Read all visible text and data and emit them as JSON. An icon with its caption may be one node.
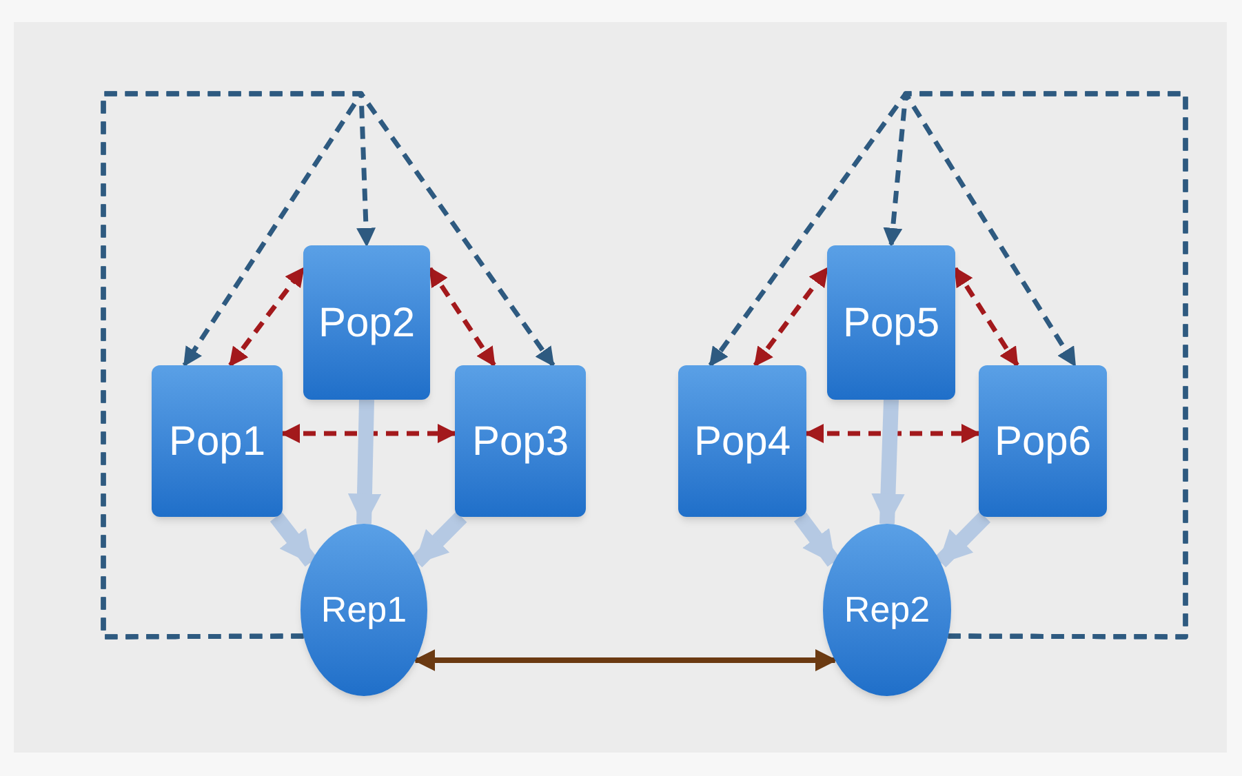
{
  "diagram": {
    "nodes": [
      {
        "text": [
          "Pop1"
        ]
      },
      {
        "text": [
          "Pop2"
        ]
      },
      {
        "text": [
          "Pop3"
        ]
      },
      {
        "text": [
          "Rep1"
        ]
      },
      {
        "text": [
          "Pop4"
        ]
      },
      {
        "text": [
          "Pop5"
        ]
      },
      {
        "text": [
          "Pop6"
        ]
      },
      {
        "text": [
          "Rep2"
        ]
      }
    ],
    "edges": [
      {
        "from": 0,
        "to": 1,
        "arrow": "both",
        "style": "dashed",
        "color": "#a3191c"
      },
      {
        "from": 1,
        "to": 2,
        "arrow": "both",
        "style": "dashed",
        "color": "#a3191c"
      },
      {
        "from": 0,
        "to": 2,
        "arrow": "both",
        "style": "dashed",
        "color": "#a3191c"
      },
      {
        "from": 0,
        "to": 3,
        "arrow": "to",
        "style": "thick",
        "color": "#b5c9e3"
      },
      {
        "from": 1,
        "to": 3,
        "arrow": "to",
        "style": "thick",
        "color": "#b5c9e3"
      },
      {
        "from": 2,
        "to": 3,
        "arrow": "to",
        "style": "thick",
        "color": "#b5c9e3"
      },
      {
        "from": 3,
        "to": 0,
        "arrow": "to",
        "style": "dashed",
        "color": "#2e5a80"
      },
      {
        "from": 3,
        "to": 1,
        "arrow": "to",
        "style": "dashed",
        "color": "#2e5a80"
      },
      {
        "from": 3,
        "to": 2,
        "arrow": "to",
        "style": "dashed",
        "color": "#2e5a80"
      },
      {
        "from": 4,
        "to": 5,
        "arrow": "both",
        "style": "dashed",
        "color": "#a3191c"
      },
      {
        "from": 5,
        "to": 6,
        "arrow": "both",
        "style": "dashed",
        "color": "#a3191c"
      },
      {
        "from": 4,
        "to": 6,
        "arrow": "both",
        "style": "dashed",
        "color": "#a3191c"
      },
      {
        "from": 4,
        "to": 7,
        "arrow": "to",
        "style": "thick",
        "color": "#b5c9e3"
      },
      {
        "from": 5,
        "to": 7,
        "arrow": "to",
        "style": "thick",
        "color": "#b5c9e3"
      },
      {
        "from": 6,
        "to": 7,
        "arrow": "to",
        "style": "thick",
        "color": "#b5c9e3"
      },
      {
        "from": 7,
        "to": 4,
        "arrow": "to",
        "style": "dashed",
        "color": "#2e5a80"
      },
      {
        "from": 7,
        "to": 5,
        "arrow": "to",
        "style": "dashed",
        "color": "#2e5a80"
      },
      {
        "from": 7,
        "to": 6,
        "arrow": "to",
        "style": "dashed",
        "color": "#2e5a80"
      },
      {
        "from": 3,
        "to": 7,
        "arrow": "both",
        "color": "#6b3a12"
      }
    ]
  }
}
